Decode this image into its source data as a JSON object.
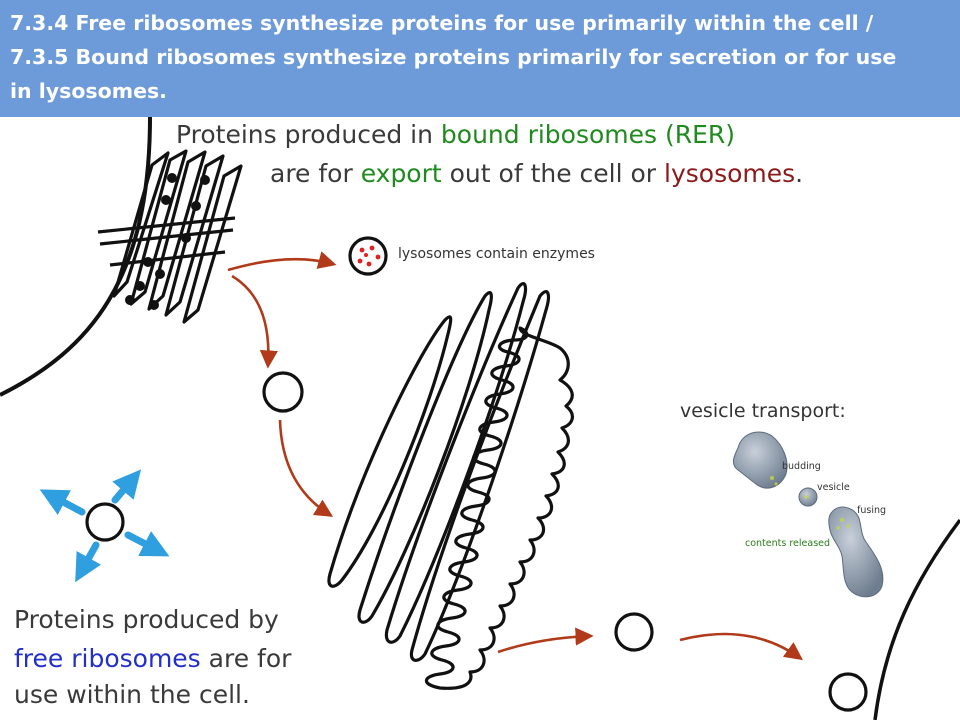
{
  "banner": {
    "line1": "7.3.4 Free ribosomes synthesize proteins for use primarily within the cell /",
    "line2": "7.3.5 Bound ribosomes synthesize proteins primarily for secretion or for use",
    "line3": "in lysosomes."
  },
  "bound": {
    "line1_prefix": "Proteins produced in ",
    "line1_highlight": "bound ribosomes (RER)",
    "line2_prefix": "are for ",
    "line2_export": "export",
    "line2_middle": " out of the cell or ",
    "line2_lysosomes": "lysosomes",
    "line2_suffix": "."
  },
  "lysosome_label": "lysosomes contain enzymes",
  "vesicle_transport": {
    "title": "vesicle transport:",
    "budding": "budding",
    "vesicle": "vesicle",
    "fusing": "fusing",
    "contents_released": "contents released"
  },
  "free": {
    "line1": "Proteins produced by",
    "line2_highlight": "free ribosomes",
    "line2_suffix": " are for",
    "line3": "use within the cell."
  },
  "colors": {
    "banner_bg": "#6d9bd9",
    "green_text": "#1f8b1f",
    "maroon_text": "#8b1a1a",
    "blue_text": "#2330c8",
    "arrow_brown": "#b03a1a",
    "arrow_blue": "#2f9fe0",
    "lysosome_dot": "#e02020"
  }
}
